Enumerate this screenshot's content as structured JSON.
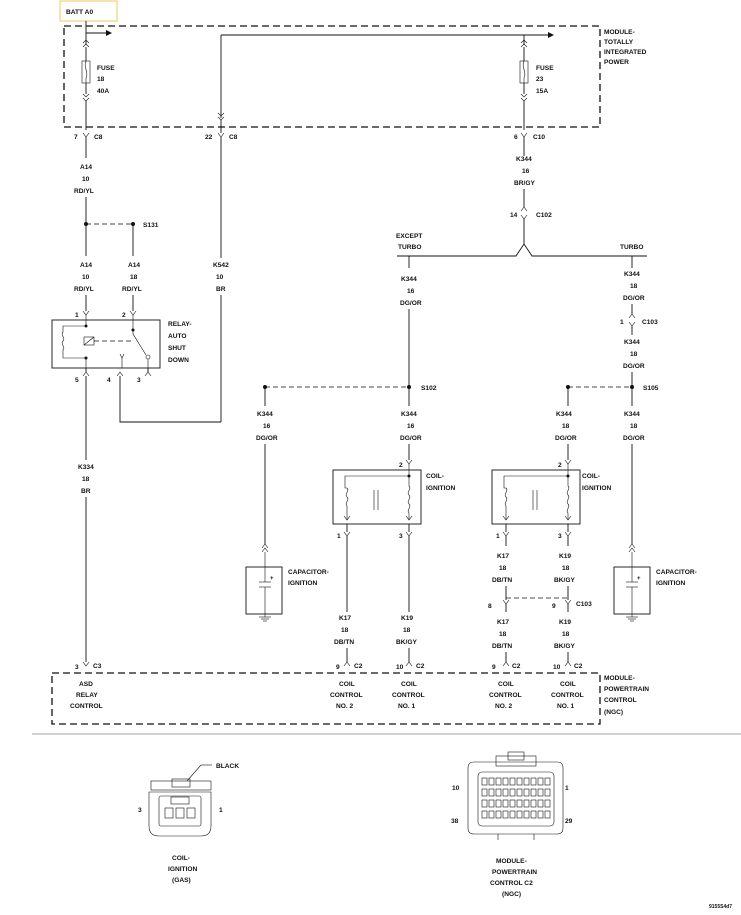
{
  "title": "BATT A0",
  "modules": {
    "tipm": [
      "MODULE-",
      "TOTALLY",
      "INTEGRATED",
      "POWER"
    ],
    "pcm": [
      "MODULE-",
      "POWERTRAIN",
      "CONTROL",
      "(NGC)"
    ]
  },
  "fuses": {
    "left": {
      "label": "FUSE",
      "num": "18",
      "amp": "40A"
    },
    "right": {
      "label": "FUSE",
      "num": "23",
      "amp": "15A"
    }
  },
  "pins": {
    "c8_7": {
      "pin": "7",
      "conn": "C8"
    },
    "c8_22": {
      "pin": "22",
      "conn": "C8"
    },
    "c10_6": {
      "pin": "6",
      "conn": "C10"
    },
    "c102_14": {
      "pin": "14",
      "conn": "C102"
    },
    "c103_1": {
      "pin": "1",
      "conn": "C103"
    },
    "c3_3": {
      "pin": "3",
      "conn": "C3"
    },
    "c2_9a": {
      "pin": "9",
      "conn": "C2"
    },
    "c2_10a": {
      "pin": "10",
      "conn": "C2"
    },
    "c2_9b": {
      "pin": "9",
      "conn": "C2"
    },
    "c2_10b": {
      "pin": "10",
      "conn": "C2"
    },
    "c103_8": "8",
    "c103_9": {
      "pin": "9",
      "conn": "C103"
    }
  },
  "wires": {
    "a14_top": [
      "A14",
      "10",
      "RD/YL"
    ],
    "a14_left": [
      "A14",
      "10",
      "RD/YL"
    ],
    "a14_right": [
      "A14",
      "18",
      "RD/YL"
    ],
    "k542": [
      "K542",
      "10",
      "BR"
    ],
    "k344_c10": [
      "K344",
      "16",
      "BR/GY"
    ],
    "k344_except": [
      "K344",
      "16",
      "DG/OR"
    ],
    "k344_turbo_a": [
      "K344",
      "18",
      "DG/OR"
    ],
    "k344_turbo_b": [
      "K344",
      "18",
      "DG/OR"
    ],
    "k344_cap_left": [
      "K344",
      "16",
      "DG/OR"
    ],
    "k344_coil_left": [
      "K344",
      "16",
      "DG/OR"
    ],
    "k344_coil_right": [
      "K344",
      "18",
      "DG/OR"
    ],
    "k344_cap_right": [
      "K344",
      "18",
      "DG/OR"
    ],
    "k334": [
      "K334",
      "18",
      "BR"
    ],
    "k17_left": [
      "K17",
      "18",
      "DB/TN"
    ],
    "k19_left": [
      "K19",
      "18",
      "BK/GY"
    ],
    "k17_r_top": [
      "K17",
      "18",
      "DB/TN"
    ],
    "k19_r_top": [
      "K19",
      "18",
      "BK/GY"
    ],
    "k17_r_bot": [
      "K17",
      "18",
      "DB/TN"
    ],
    "k19_r_bot": [
      "K19",
      "18",
      "BK/GY"
    ]
  },
  "splices": {
    "s131": "S131",
    "s102": "S102",
    "s105": "S105"
  },
  "branches": {
    "except_turbo": [
      "EXCEPT",
      "TURBO"
    ],
    "turbo": "TURBO"
  },
  "relay": {
    "name": [
      "RELAY-",
      "AUTO",
      "SHUT",
      "DOWN"
    ],
    "pins": {
      "p1": "1",
      "p2": "2",
      "p5": "5",
      "p4": "4",
      "p3": "3"
    }
  },
  "coils": {
    "name": [
      "COIL-",
      "IGNITION"
    ],
    "left": {
      "p2": "2",
      "p1": "1",
      "p3": "3"
    },
    "right": {
      "p2": "2",
      "p1": "1",
      "p3": "3"
    }
  },
  "capacitors": {
    "name": [
      "CAPACITOR-",
      "IGNITION"
    ]
  },
  "pcm_labels": {
    "asd": [
      "ASD",
      "RELAY",
      "CONTROL"
    ],
    "coil2a": [
      "COIL",
      "CONTROL",
      "NO. 2"
    ],
    "coil1a": [
      "COIL",
      "CONTROL",
      "NO. 1"
    ],
    "coil2b": [
      "COIL",
      "CONTROL",
      "NO. 2"
    ],
    "coil1b": [
      "COIL",
      "CONTROL",
      "NO. 1"
    ]
  },
  "connector_views": {
    "coil": {
      "title": [
        "COIL-",
        "IGNITION",
        "(GAS)"
      ],
      "color": "BLACK",
      "pin_left": "3",
      "pin_right": "1"
    },
    "pcm": {
      "title": [
        "MODULE-",
        "POWERTRAIN",
        "CONTROL C2",
        "(NGC)"
      ],
      "pins": {
        "tl": "10",
        "tr": "1",
        "bl": "38",
        "br": "29"
      }
    }
  },
  "figure_id": "9155S4d7"
}
